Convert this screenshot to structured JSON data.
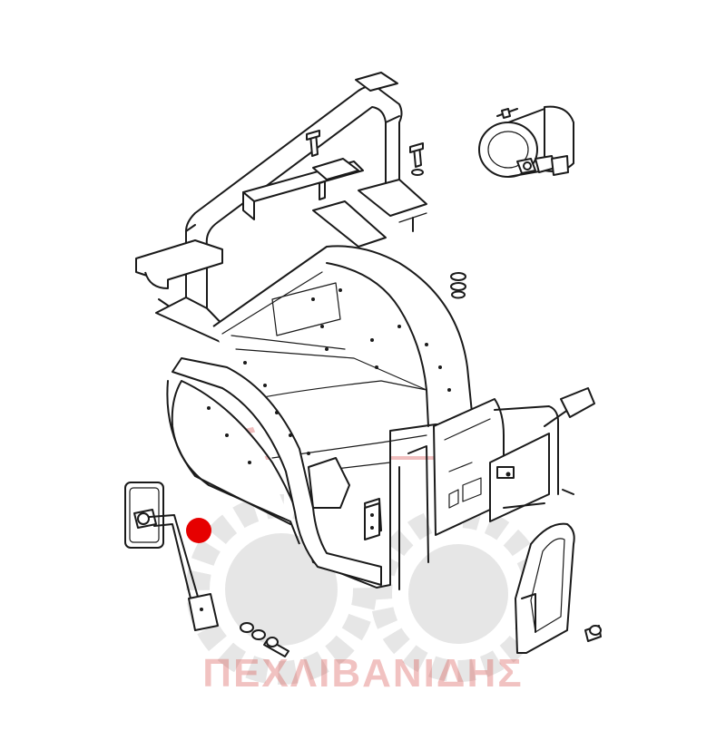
{
  "watermark": {
    "text": "ΠΕΧΛΙΒΑΝΙΔΗΣ",
    "text_color": "#d9534f",
    "gear_color": "#c8c8c8",
    "logo_line_color": "#e07070"
  },
  "marker": {
    "color": "#e60000"
  },
  "line_color": "#1a1a1a",
  "parts": [
    "rollover-bar",
    "mudguard-fender",
    "side-mirror",
    "work-lamp",
    "control-panel",
    "mud-flap",
    "bolts-and-washers"
  ]
}
